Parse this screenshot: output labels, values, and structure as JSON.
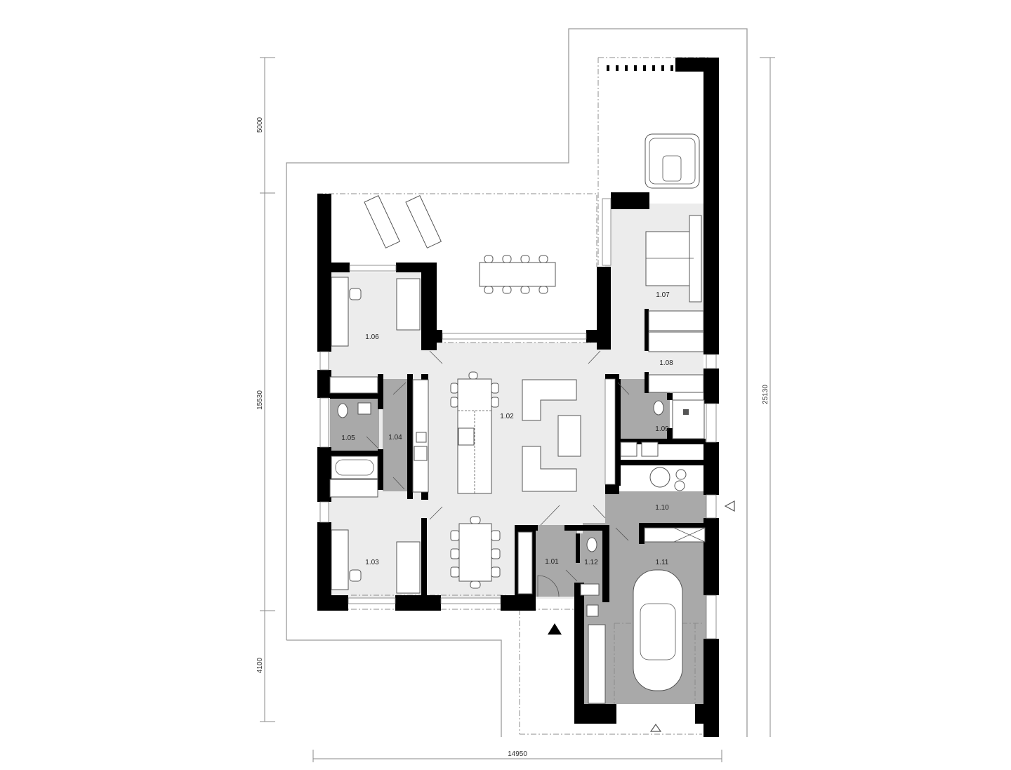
{
  "plan": {
    "type": "floor-plan",
    "rooms": [
      {
        "id": "1.01",
        "label": "1.01",
        "shade": "dark"
      },
      {
        "id": "1.02",
        "label": "1.02",
        "shade": "light"
      },
      {
        "id": "1.03",
        "label": "1.03",
        "shade": "light"
      },
      {
        "id": "1.04",
        "label": "1.04",
        "shade": "dark"
      },
      {
        "id": "1.05",
        "label": "1.05",
        "shade": "dark"
      },
      {
        "id": "1.06",
        "label": "1.06",
        "shade": "light"
      },
      {
        "id": "1.07",
        "label": "1.07",
        "shade": "light"
      },
      {
        "id": "1.08",
        "label": "1.08",
        "shade": "light"
      },
      {
        "id": "1.09",
        "label": "1.09",
        "shade": "dark"
      },
      {
        "id": "1.10",
        "label": "1.10",
        "shade": "dark"
      },
      {
        "id": "1.11",
        "label": "1.11",
        "shade": "dark"
      },
      {
        "id": "1.12",
        "label": "1.12",
        "shade": "dark"
      }
    ],
    "dimensions": {
      "left_top": "5000",
      "left_middle": "15530",
      "left_bottom": "4100",
      "right_total": "25130",
      "bottom_width": "14950"
    },
    "markers": {
      "main_entrance": "entrance-triangle-filled",
      "side_entrance": "entrance-triangle-outline",
      "garage_entrance": "entrance-triangle-outline"
    },
    "colors": {
      "wall": "#000000",
      "floor_light": "#ececec",
      "floor_dark": "#a9a9a9",
      "outline": "#9a9a9a"
    }
  }
}
